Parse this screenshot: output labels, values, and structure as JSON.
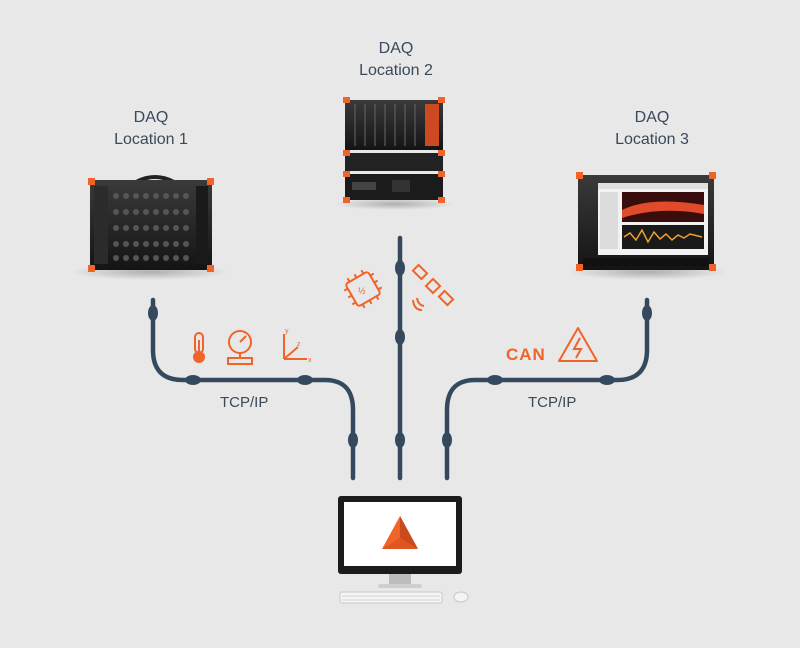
{
  "colors": {
    "line": "#34495e",
    "accent": "#f0642a",
    "background": "#e8e8e8"
  },
  "locations": [
    {
      "line1": "DAQ",
      "line2": "Location 1"
    },
    {
      "line1": "DAQ",
      "line2": "Location 2"
    },
    {
      "line1": "DAQ",
      "line2": "Location 3"
    }
  ],
  "links": {
    "left": "TCP/IP",
    "right": "TCP/IP"
  },
  "icons": {
    "left": [
      "thermometer-icon",
      "pressure-gauge-icon",
      "xyz-axes-icon"
    ],
    "center": [
      "chip-icon",
      "gps-satellite-icon"
    ],
    "right": [
      "can-bus-label",
      "high-voltage-icon"
    ]
  },
  "can_label": "CAN",
  "axes": {
    "x": "x",
    "y": "y",
    "z": "z"
  },
  "chip_text": "½"
}
